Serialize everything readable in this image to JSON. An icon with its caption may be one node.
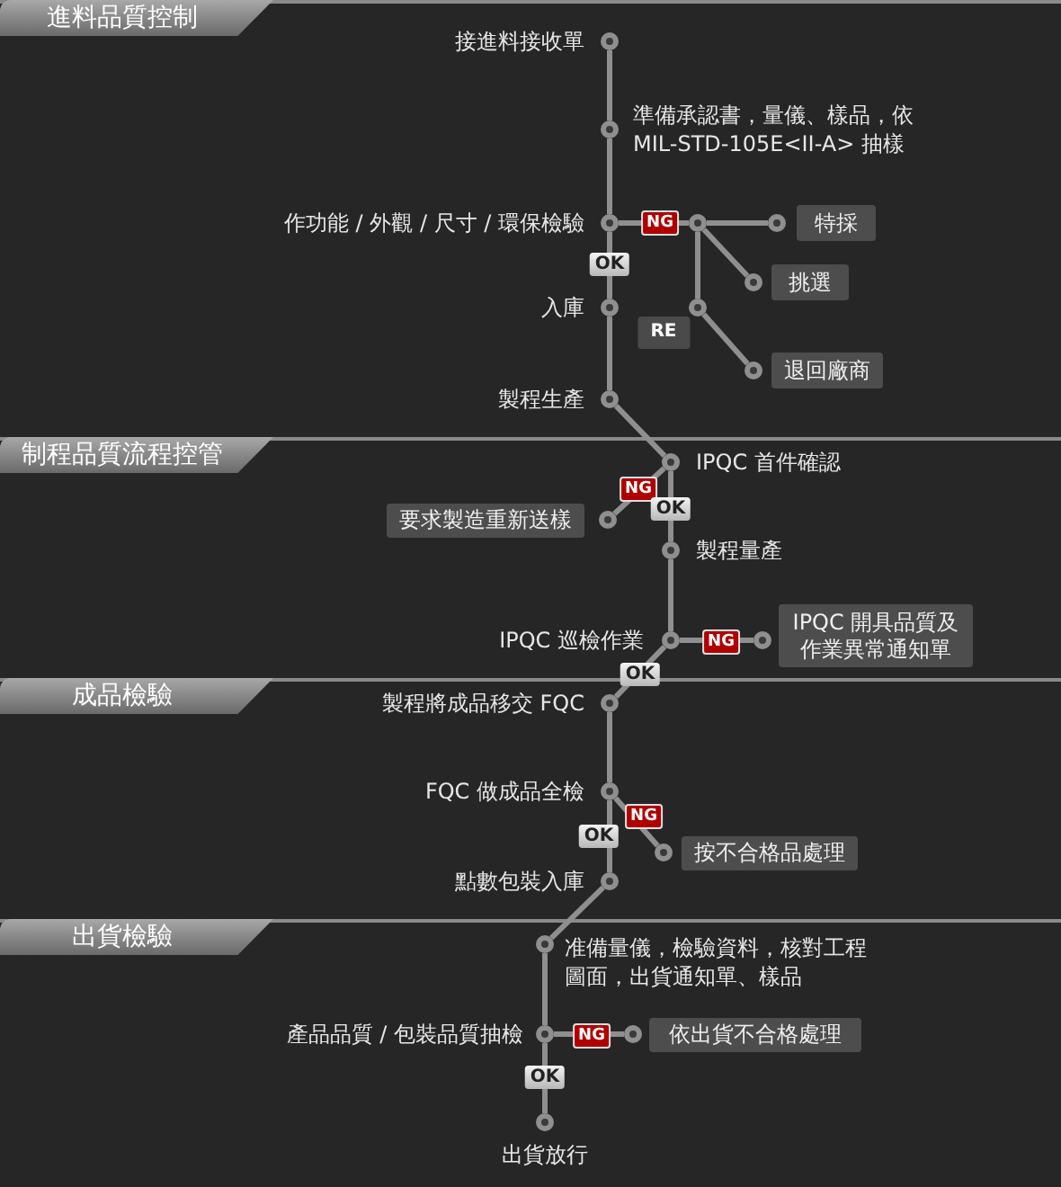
{
  "diagram": {
    "nodes": [
      {
        "text": [
          "進料品質控制"
        ]
      },
      {
        "text": [],
        "shape": "circle",
        "beside": [
          "接進料接收單"
        ]
      },
      {
        "text": [],
        "shape": "circle",
        "beside": [
          "準備承認書，量儀、樣品，依 MIL-STD-105E<II-A> 抽樣"
        ]
      },
      {
        "text": [],
        "shape": "circle",
        "beside": [
          "作功能 / 外觀 / 尺寸 / 環保檢驗"
        ]
      },
      {
        "text": [],
        "shape": "circle"
      },
      {
        "text": [],
        "shape": "circle"
      },
      {
        "text": [
          "特採"
        ]
      },
      {
        "text": [],
        "shape": "circle"
      },
      {
        "text": [
          "挑選"
        ]
      },
      {
        "text": [],
        "shape": "circle"
      },
      {
        "text": [],
        "shape": "circle",
        "beside": [
          "入庫"
        ]
      },
      {
        "text": [],
        "shape": "circle"
      },
      {
        "text": [
          "退回廠商"
        ]
      },
      {
        "text": [],
        "shape": "circle",
        "beside": [
          "製程生產"
        ]
      },
      {
        "text": [
          "制程品質流程控管"
        ]
      },
      {
        "text": [],
        "shape": "circle",
        "beside": [
          "IPQC 首件確認"
        ]
      },
      {
        "text": [],
        "shape": "circle"
      },
      {
        "text": [
          "要求製造重新送樣"
        ]
      },
      {
        "text": [],
        "shape": "circle",
        "beside": [
          "製程量產"
        ]
      },
      {
        "text": [],
        "shape": "circle",
        "beside": [
          "IPQC 巡檢作業"
        ]
      },
      {
        "text": [],
        "shape": "circle"
      },
      {
        "text": [
          "IPQC 開具品質及作業異常通知單"
        ]
      },
      {
        "text": [
          "成品檢驗"
        ]
      },
      {
        "text": [],
        "shape": "circle",
        "beside": [
          "製程將成品移交 FQC"
        ]
      },
      {
        "text": [],
        "shape": "circle",
        "beside": [
          "FQC 做成品全檢"
        ]
      },
      {
        "text": [],
        "shape": "circle"
      },
      {
        "text": [
          "按不合格品處理"
        ]
      },
      {
        "text": [],
        "shape": "circle",
        "beside": [
          "點數包裝入庫"
        ]
      },
      {
        "text": [
          "出貨檢驗"
        ]
      },
      {
        "text": [],
        "shape": "circle",
        "beside": [
          "准備量儀，檢驗資料，核對工程圖面，出貨通知單、樣品"
        ]
      },
      {
        "text": [],
        "shape": "circle",
        "beside": [
          "產品品質 / 包裝品質抽檢"
        ]
      },
      {
        "text": [],
        "shape": "circle"
      },
      {
        "text": [
          "依出貨不合格處理"
        ]
      },
      {
        "text": [],
        "shape": "circle",
        "beside": [
          "出貨放行"
        ]
      }
    ],
    "edges": [
      {
        "from": 1,
        "to": 2,
        "arrow": "none"
      },
      {
        "from": 2,
        "to": 3,
        "arrow": "none"
      },
      {
        "from": 3,
        "to": 4,
        "arrow": "none",
        "label": "NG"
      },
      {
        "from": 4,
        "to": 5,
        "arrow": "none"
      },
      {
        "from": 4,
        "to": 7,
        "arrow": "none"
      },
      {
        "from": 4,
        "to": 9,
        "arrow": "none",
        "label": "RE"
      },
      {
        "from": 9,
        "to": 11,
        "arrow": "none"
      },
      {
        "from": 3,
        "to": 10,
        "arrow": "none",
        "label": "OK"
      },
      {
        "from": 10,
        "to": 13,
        "arrow": "none"
      },
      {
        "from": 13,
        "to": 15,
        "arrow": "none"
      },
      {
        "from": 15,
        "to": 16,
        "arrow": "none",
        "label": "NG"
      },
      {
        "from": 15,
        "to": 18,
        "arrow": "none",
        "label": "OK"
      },
      {
        "from": 18,
        "to": 19,
        "arrow": "none"
      },
      {
        "from": 19,
        "to": 20,
        "arrow": "none",
        "label": "NG"
      },
      {
        "from": 19,
        "to": 23,
        "arrow": "none",
        "label": "OK"
      },
      {
        "from": 23,
        "to": 24,
        "arrow": "none"
      },
      {
        "from": 24,
        "to": 25,
        "arrow": "none",
        "label": "NG"
      },
      {
        "from": 24,
        "to": 27,
        "arrow": "none",
        "label": "OK"
      },
      {
        "from": 27,
        "to": 29,
        "arrow": "none"
      },
      {
        "from": 29,
        "to": 30,
        "arrow": "none"
      },
      {
        "from": 30,
        "to": 31,
        "arrow": "none",
        "label": "NG"
      },
      {
        "from": 30,
        "to": 33,
        "arrow": "none",
        "label": "OK"
      }
    ]
  }
}
